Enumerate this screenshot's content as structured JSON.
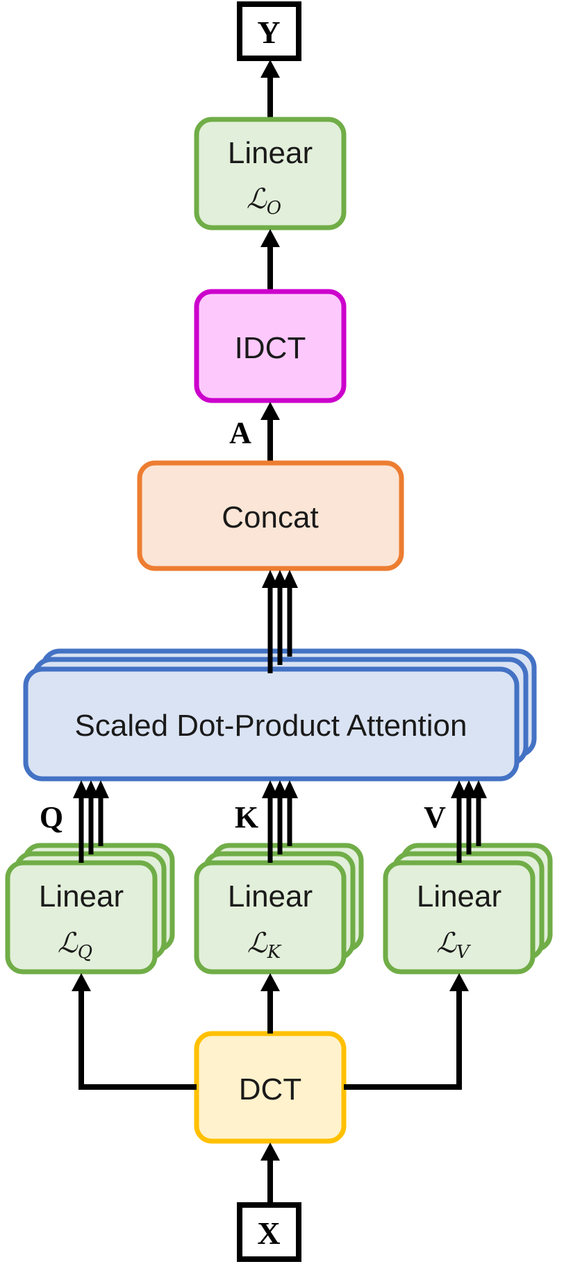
{
  "diagram": {
    "nodes": {
      "output_y": {
        "label": "Y"
      },
      "linear_o": {
        "label": "Linear",
        "math": "ℒ",
        "sub": "O"
      },
      "idct": {
        "label": "IDCT"
      },
      "concat": {
        "label": "Concat"
      },
      "attention": {
        "label": "Scaled Dot-Product Attention"
      },
      "linear_q": {
        "label": "Linear",
        "math": "ℒ",
        "sub": "Q"
      },
      "linear_k": {
        "label": "Linear",
        "math": "ℒ",
        "sub": "K"
      },
      "linear_v": {
        "label": "Linear",
        "math": "ℒ",
        "sub": "V"
      },
      "dct": {
        "label": "DCT"
      },
      "input_x": {
        "label": "X"
      }
    },
    "edge_labels": {
      "a": "A",
      "q": "Q",
      "k": "K",
      "v": "V"
    },
    "colors": {
      "green_stroke": "#70ad47",
      "green_fill": "#e2efda",
      "magenta_stroke": "#cc00cc",
      "magenta_fill": "#fdc9fd",
      "orange_stroke": "#ed7d31",
      "orange_fill": "#fbe5d6",
      "blue_stroke": "#4472c4",
      "blue_fill": "#dae3f3",
      "yellow_stroke": "#ffc000",
      "yellow_fill": "#fff2cc"
    }
  }
}
